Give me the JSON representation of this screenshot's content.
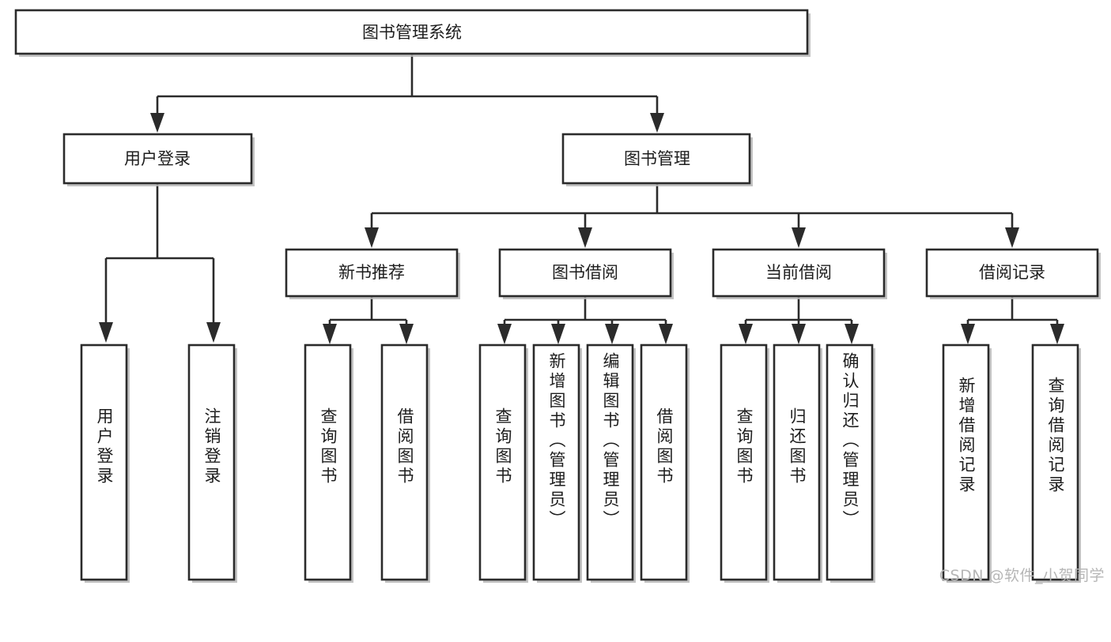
{
  "diagram": {
    "title": "图书管理系统",
    "type": "tree-hierarchy",
    "background_color": "#ffffff",
    "line_color": "#2b2b2b",
    "text_color": "#1d1d1d",
    "watermark": "CSDN @软件_小贺同学"
  },
  "root": {
    "label": "图书管理系统"
  },
  "level1": [
    {
      "label": "用户登录"
    },
    {
      "label": "图书管理"
    }
  ],
  "level2": [
    {
      "label": "新书推荐"
    },
    {
      "label": "图书借阅"
    },
    {
      "label": "当前借阅"
    },
    {
      "label": "借阅记录"
    }
  ],
  "leaves": {
    "user_login": [
      {
        "label": "用户登录"
      },
      {
        "label": "注销登录"
      }
    ],
    "new_book_recommend": [
      {
        "label": "查询图书"
      },
      {
        "label": "借阅图书"
      }
    ],
    "book_borrow": [
      {
        "label": "查询图书"
      },
      {
        "label": "新增图书（管理员）"
      },
      {
        "label": "编辑图书（管理员）"
      },
      {
        "label": "借阅图书"
      }
    ],
    "current_borrow": [
      {
        "label": "查询图书"
      },
      {
        "label": "归还图书"
      },
      {
        "label": "确认归还（管理员）"
      }
    ],
    "borrow_record": [
      {
        "label": "新增借阅记录"
      },
      {
        "label": "查询借阅记录"
      }
    ]
  }
}
